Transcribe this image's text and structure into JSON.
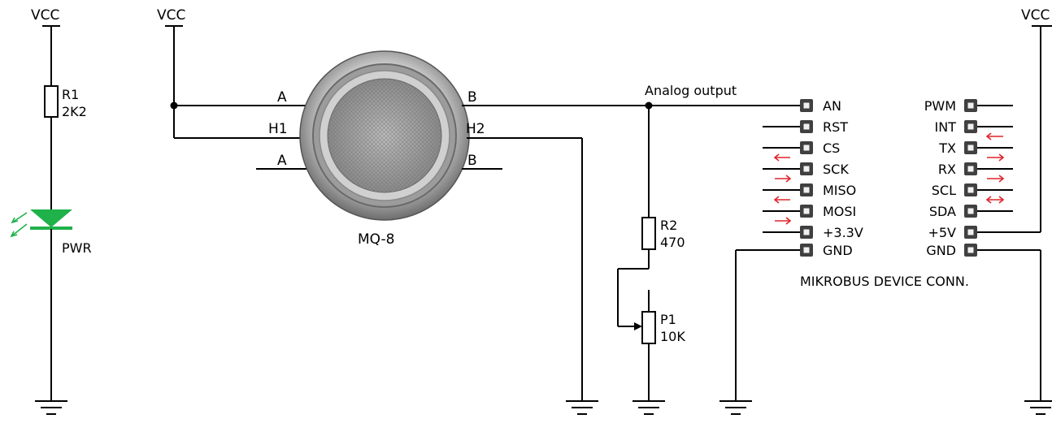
{
  "colors": {
    "wire": "#000000",
    "led": "#1fb14a",
    "arrow": "#e0242b",
    "pin_outer": "#404040",
    "pin_inner": "#f0f0f0"
  },
  "power": {
    "vcc_left": "VCC",
    "vcc_mid": "VCC",
    "vcc_right": "VCC"
  },
  "led_branch": {
    "resistor_name": "R1",
    "resistor_value": "2K2",
    "led_label": "PWR"
  },
  "sensor": {
    "name": "MQ-8",
    "pin_a_top": "A",
    "pin_h1": "H1",
    "pin_a_bottom": "A",
    "pin_b_top": "B",
    "pin_h2": "H2",
    "pin_b_bottom": "B"
  },
  "output_net": "Analog output",
  "divider": {
    "resistor_name": "R2",
    "resistor_value": "470",
    "pot_name": "P1",
    "pot_value": "10K"
  },
  "mikrobus": {
    "title": "MIKROBUS DEVICE CONN.",
    "left_pins": [
      "AN",
      "RST",
      "CS",
      "SCK",
      "MISO",
      "MOSI",
      "+3.3V",
      "GND"
    ],
    "right_pins": [
      "PWM",
      "INT",
      "TX",
      "RX",
      "SCL",
      "SDA",
      "+5V",
      "GND"
    ]
  }
}
